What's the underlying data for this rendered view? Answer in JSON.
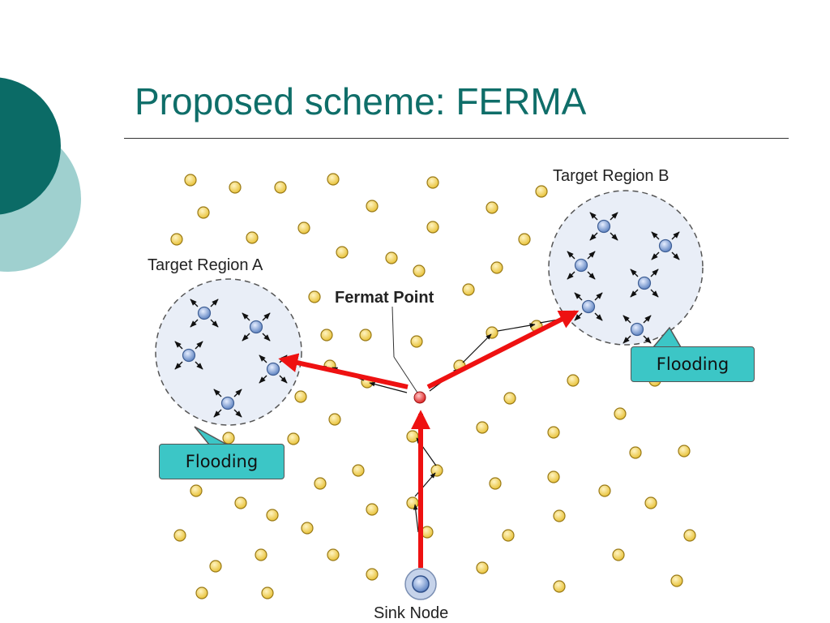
{
  "slide": {
    "title": "Proposed scheme: FERMA"
  },
  "diagram": {
    "labels": {
      "region_a": "Target Region A",
      "region_b": "Target Region B",
      "fermat_point": "Fermat Point",
      "sink_node": "Sink Node"
    },
    "callouts": {
      "flooding_a": "Flooding",
      "flooding_b": "Flooding"
    },
    "colors": {
      "node_fill": "#f2d35c",
      "node_stroke": "#9a7a16",
      "target_node_fill": "#8ea9d6",
      "region_fill": "#e9eef7",
      "main_arrow": "#ee1111",
      "fermat_fill": "#ee4444",
      "callout_fill": "#3cc6c6",
      "title": "#0f6e69",
      "deco_dark": "#0b6b66",
      "deco_light": "#9fd0cf"
    }
  }
}
